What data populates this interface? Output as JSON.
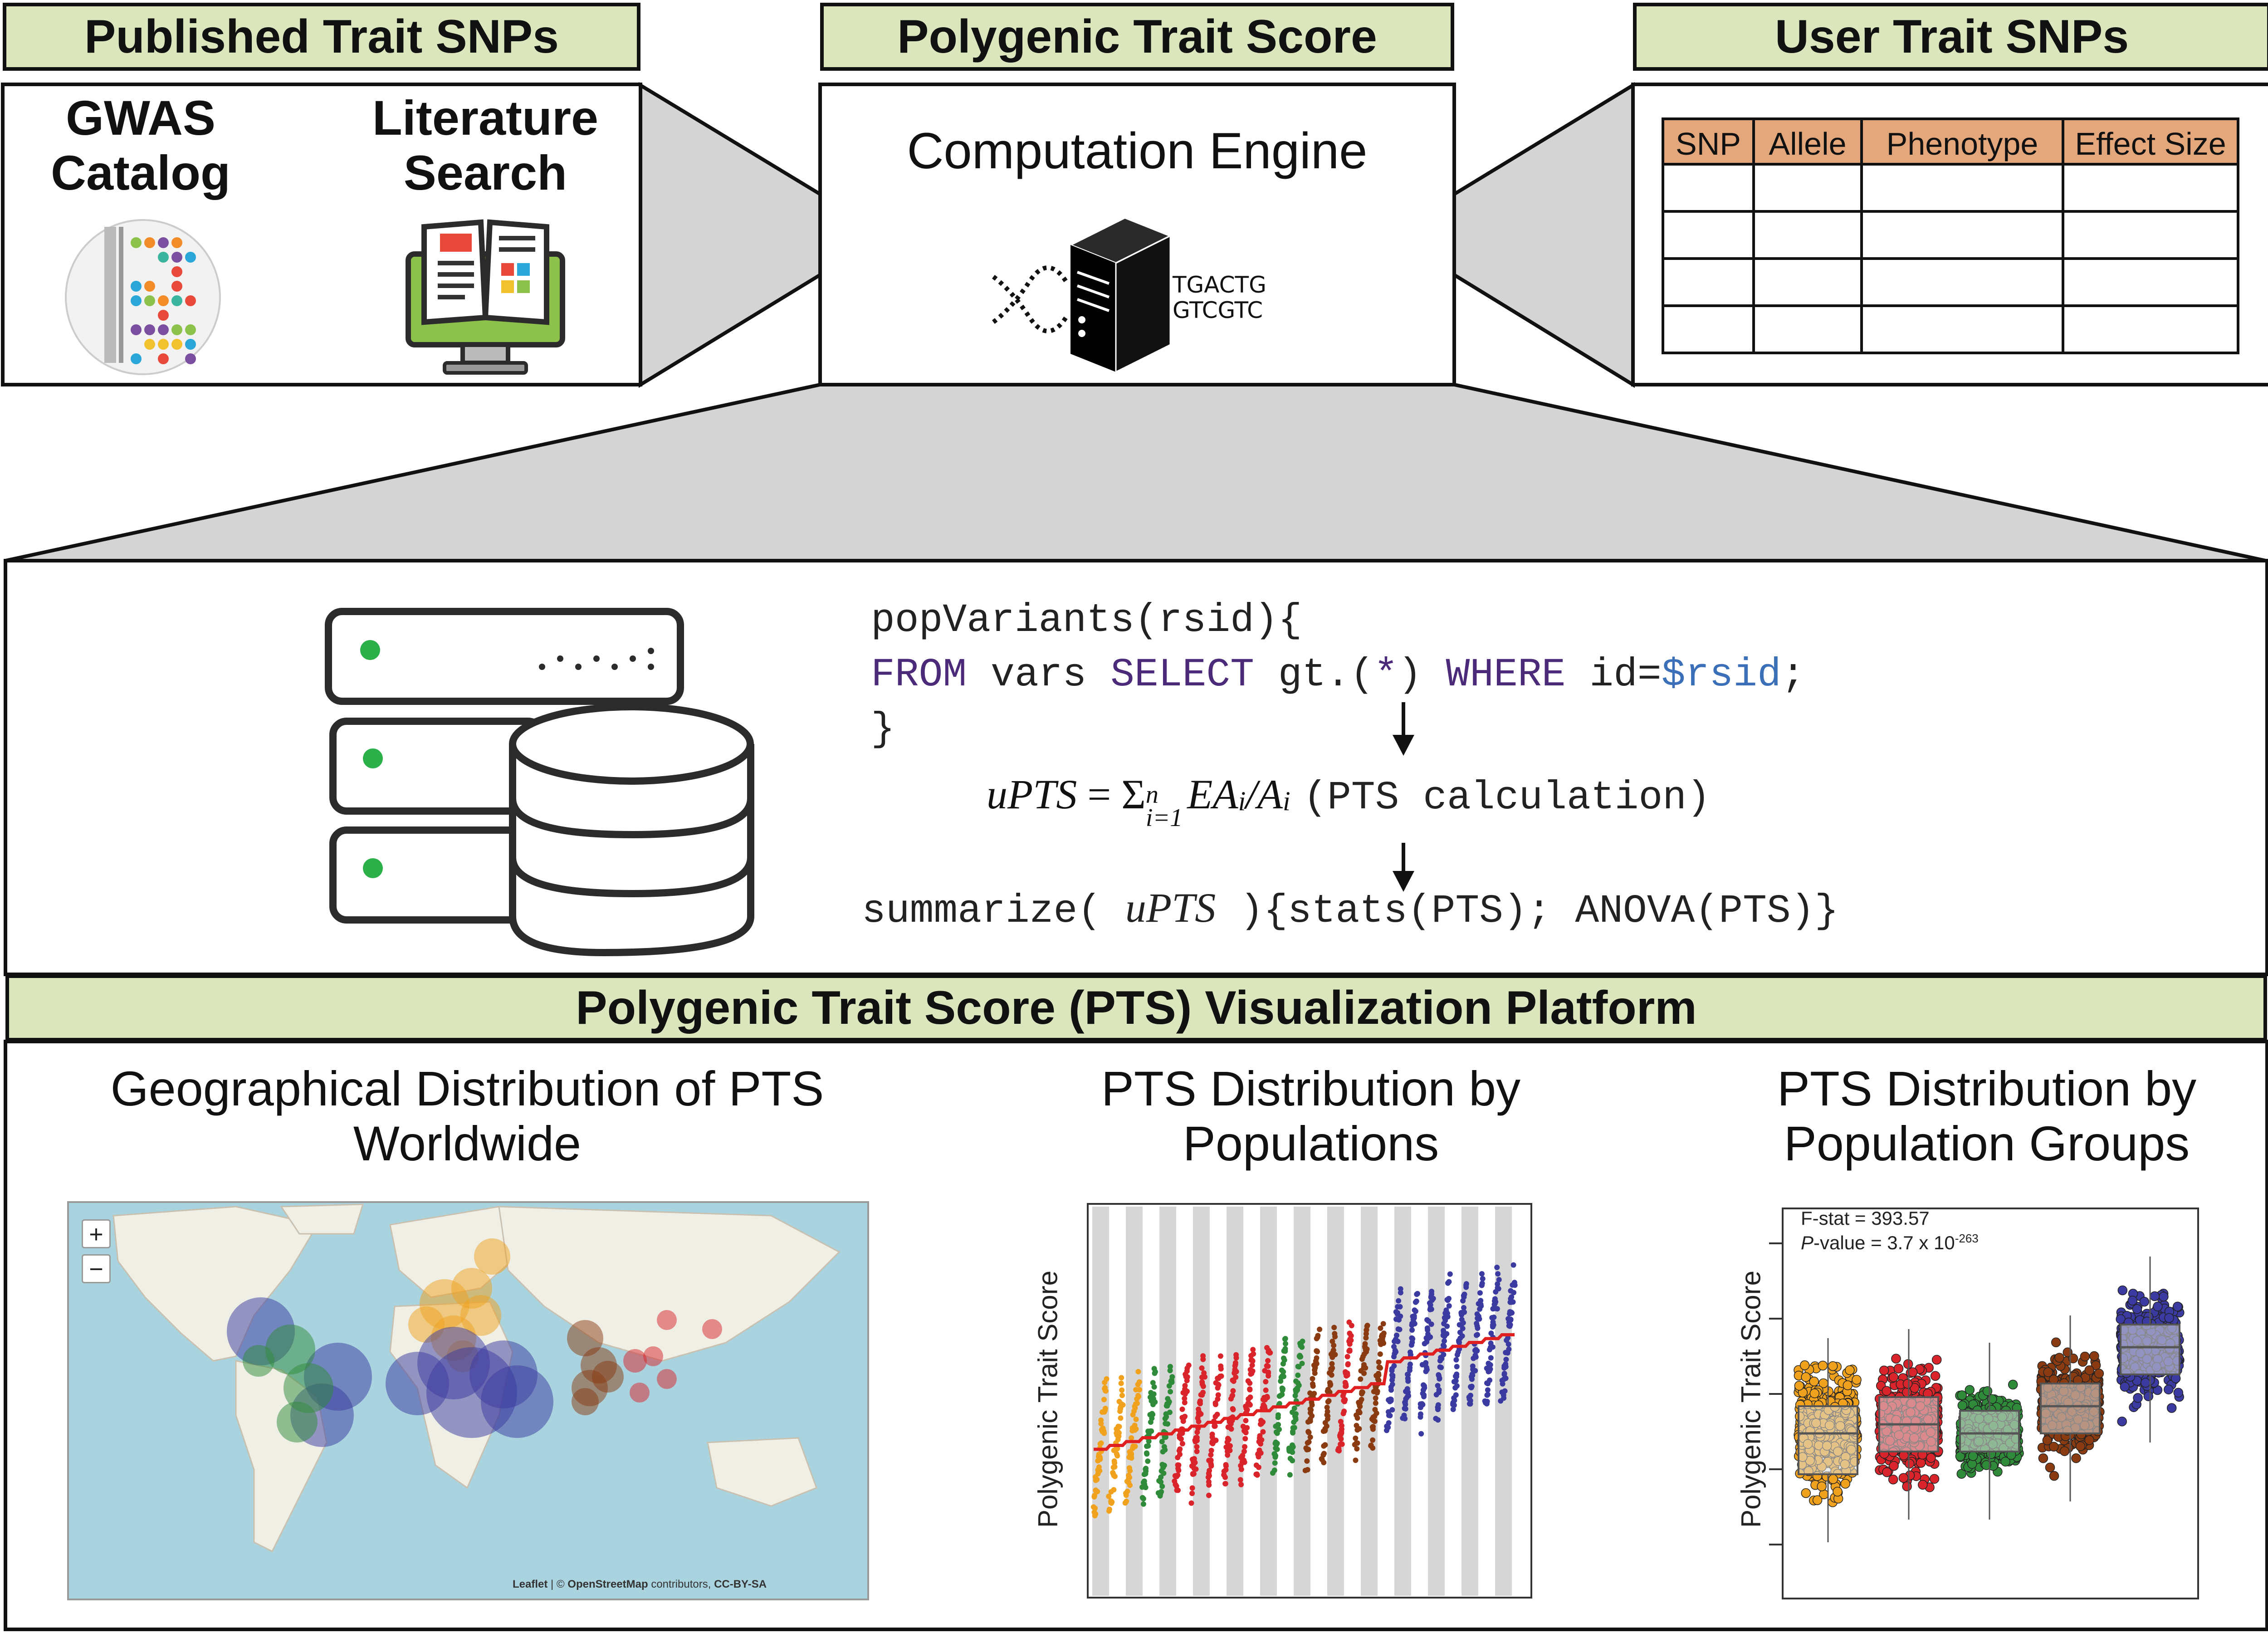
{
  "headers": {
    "published": "Published Trait SNPs",
    "pts": "Polygenic Trait Score",
    "user": "User Trait SNPs",
    "platform": "Polygenic Trait Score (PTS) Visualization Platform"
  },
  "published_sources": {
    "gwas_line1": "GWAS",
    "gwas_line2": "Catalog",
    "lit_line1": "Literature",
    "lit_line2": "Search"
  },
  "engine": {
    "title": "Computation Engine",
    "dna_line1": "TGACTG",
    "dna_line2": "GTCGTC"
  },
  "snp_table": {
    "columns": [
      "SNP",
      "Allele",
      "Phenotype",
      "Effect Size"
    ],
    "empty_rows": 4
  },
  "code": {
    "line1": "popVariants(rsid){",
    "l2_from": "FROM",
    "l2_vars": " vars ",
    "l2_select": "SELECT",
    "l2_gt": " gt.(",
    "l2_star": "*",
    "l2_close": ") ",
    "l2_where": "WHERE",
    "l2_id": " id=",
    "l2_var": "$rsid",
    "l2_end": ";",
    "line3": "}",
    "formula_lhs": "uPTS",
    "formula_eq": " = ",
    "formula_sum": "Σ",
    "formula_upper": "n",
    "formula_lower": "i=1",
    "formula_term": "EA",
    "formula_sub1": "i",
    "formula_div": "/A",
    "formula_sub2": "i",
    "formula_note": "(PTS calculation)",
    "summ_pre": "summarize(",
    "summ_var": "uPTS",
    "summ_post": "){stats(PTS); ANOVA(PTS)}"
  },
  "panels": {
    "geo_title_1": "Geographical Distribution of PTS",
    "geo_title_2": "Worldwide",
    "pop_title_1": "PTS Distribution by",
    "pop_title_2": "Populations",
    "grp_title_1": "PTS Distribution by",
    "grp_title_2": "Population Groups"
  },
  "map": {
    "zoom_in": "+",
    "zoom_out": "−",
    "attribution_leaflet": "Leaflet",
    "attribution_sep": " | © ",
    "attribution_osm": "OpenStreetMap",
    "attribution_contrib": " contributors, ",
    "attribution_license": "CC-BY-SA",
    "colors": {
      "ocean": "#a9d3df",
      "land": "#efefe6"
    }
  },
  "group_colors": {
    "orange": "#f0a21e",
    "red": "#d8242a",
    "green": "#2f8b3a",
    "brown": "#8a3b12",
    "blue": "#3a3aa0",
    "median": "#e02020"
  },
  "chart_data": [
    {
      "type": "scatter",
      "title": "PTS Distribution by Populations",
      "ylabel": "Polygenic Trait Score",
      "xlabel": "",
      "grid": false,
      "series": []
    },
    {
      "type": "scatter",
      "title": "PTS Distribution by Population Groups",
      "ylabel": "Polygenic Trait Score",
      "xlabel": "",
      "annotations": {
        "fstat": "F-stat = 393.57",
        "pvalue_label": "P",
        "pvalue_rest": "-value = 3.7 x 10",
        "pvalue_exp": "-263"
      },
      "series": []
    }
  ]
}
